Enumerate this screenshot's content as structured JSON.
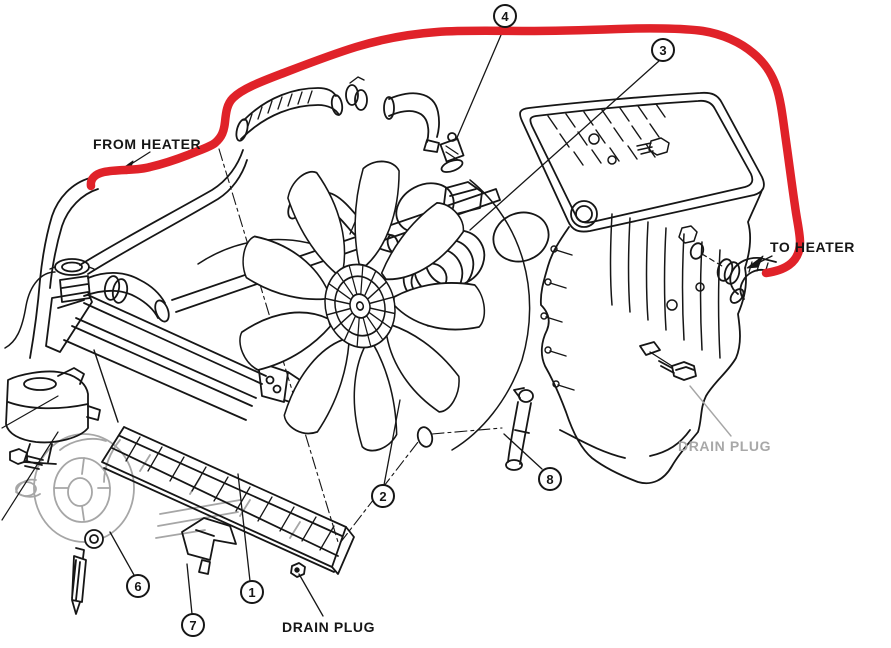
{
  "diagram": {
    "type": "exploded-parts-diagram",
    "subject": "engine-cooling-system",
    "labels": {
      "from_heater": "FROM HEATER",
      "to_heater": "TO HEATER",
      "drain_plug_engine": "DRAIN PLUG",
      "drain_plug_radiator": "DRAIN PLUG"
    },
    "callouts": [
      {
        "id": "callout-4",
        "label": "4"
      },
      {
        "id": "callout-3",
        "label": "3"
      },
      {
        "id": "callout-8",
        "label": "8"
      },
      {
        "id": "callout-2",
        "label": "2"
      },
      {
        "id": "callout-1",
        "label": "1"
      },
      {
        "id": "callout-6",
        "label": "6"
      },
      {
        "id": "callout-7",
        "label": "7"
      }
    ],
    "colors": {
      "highlight_hose": "#e02229",
      "line": "#161616",
      "muted": "#a6a6a6",
      "background": "#ffffff"
    },
    "highlight": {
      "name": "heater-hose-route",
      "description": "red highlighted hose path from FROM HEATER to TO HEATER"
    }
  }
}
